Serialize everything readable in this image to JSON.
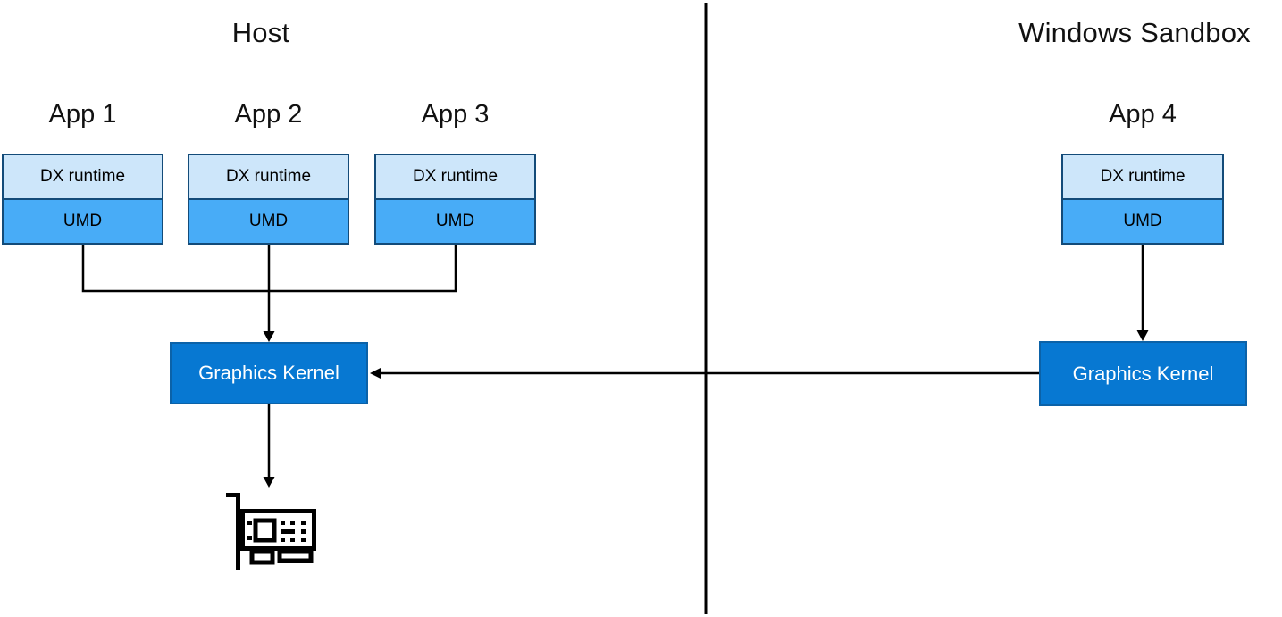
{
  "host": {
    "title": "Host",
    "apps": [
      {
        "label": "App 1",
        "dx": "DX runtime",
        "umd": "UMD"
      },
      {
        "label": "App 2",
        "dx": "DX runtime",
        "umd": "UMD"
      },
      {
        "label": "App 3",
        "dx": "DX runtime",
        "umd": "UMD"
      }
    ],
    "kernel_label": "Graphics Kernel"
  },
  "sandbox": {
    "title": "Windows Sandbox",
    "app": {
      "label": "App 4",
      "dx": "DX runtime",
      "umd": "UMD"
    },
    "kernel_label": "Graphics Kernel"
  },
  "icons": {
    "gpu": "gpu-card-icon"
  },
  "colors": {
    "dx_runtime_fill": "#cde6fa",
    "umd_fill": "#48acf7",
    "app_box_border": "#134b79",
    "kernel_fill": "#0778d2",
    "kernel_border": "#0b62a8",
    "kernel_text": "#ffffff",
    "line_color": "#000000"
  }
}
